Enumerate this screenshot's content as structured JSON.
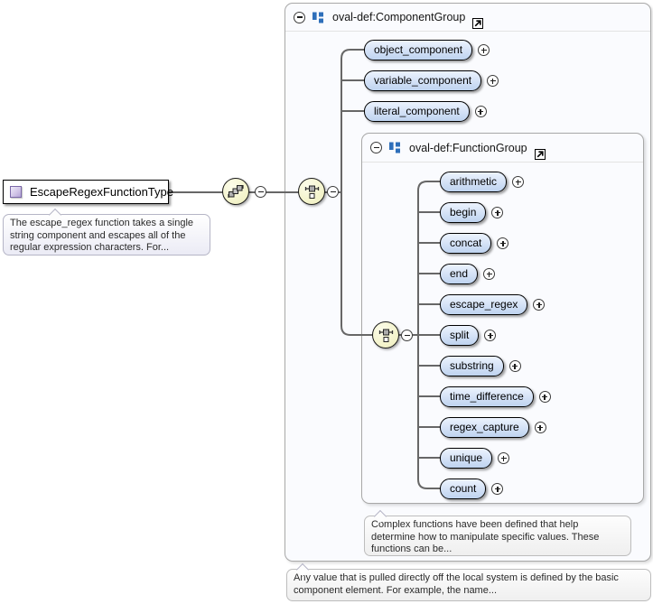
{
  "diagram": {
    "root_element": {
      "label": "EscapeRegexFunctionType",
      "annotation": "The escape_regex function takes a single string component and escapes all of the regular expression characters. For..."
    },
    "component_group": {
      "title": "oval-def:ComponentGroup",
      "elements": [
        "object_component",
        "variable_component",
        "literal_component"
      ],
      "annotation": "Any value that is pulled directly off the local system is defined by the basic component element. For example, the name..."
    },
    "function_group": {
      "title": "oval-def:FunctionGroup",
      "elements": [
        "arithmetic",
        "begin",
        "concat",
        "end",
        "escape_regex",
        "split",
        "substring",
        "time_difference",
        "regex_capture",
        "unique",
        "count"
      ],
      "annotation": "Complex functions have been defined that help determine how to manipulate specific values. These functions can be..."
    },
    "icons": {
      "collapse": "minus-circle",
      "expand": "plus-circle",
      "jump": "arrow-up-right",
      "sequence": "sequence-compositor",
      "choice": "choice-compositor"
    },
    "colors": {
      "pill_top": "#ecf3fd",
      "pill_bottom": "#bed3ef",
      "compositor_fill": "#f4f4cd",
      "group_icon_blue": "#2e6fba",
      "root_icon_purple": "#b4a3d6",
      "connector": "#676767"
    }
  }
}
